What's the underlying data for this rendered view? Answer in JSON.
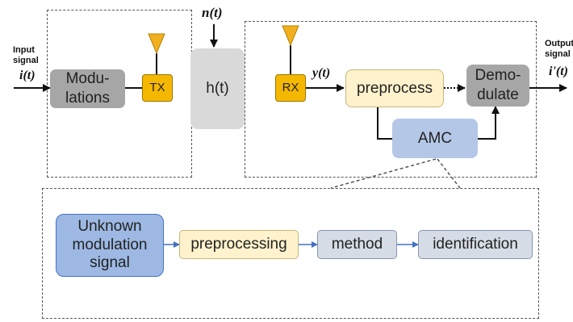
{
  "diagram": {
    "input_label": "Input signal",
    "input_var": "i(t)",
    "output_label": "Output signal",
    "output_var": "i'(t)",
    "noise_label": "n(t)",
    "received_label": "y(t)",
    "blocks": {
      "modulations": "Modu-\nlations",
      "tx": "TX",
      "channel": "h(t)",
      "rx": "RX",
      "preprocess": "preprocess",
      "amc": "AMC",
      "demodulate": "Demo-\ndulate"
    },
    "amc_detail": {
      "unknown_signal": "Unknown\nmodulation\nsignal",
      "preprocessing": "preprocessing",
      "method": "method",
      "identification": "identification"
    },
    "colors": {
      "gray_block": "#a6a6a6",
      "light_gray_block": "#d9d9d9",
      "tx_rx": "#f5b800",
      "antenna": "#f2b01e",
      "preprocess_fill": "#fff2cc",
      "amc_fill": "#b4c7e7",
      "unknown_fill": "#9db9e3",
      "method_fill": "#d6dce5",
      "arrow_blue": "#4472c4"
    }
  }
}
